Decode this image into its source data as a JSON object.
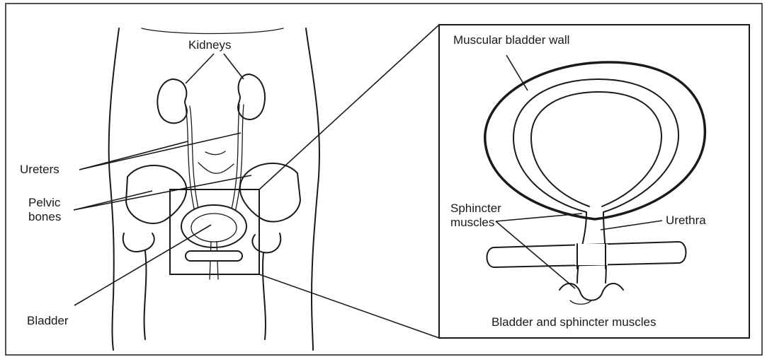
{
  "labels": {
    "kidneys": "Kidneys",
    "ureters": "Ureters",
    "pelvic_bones": "Pelvic\nbones",
    "bladder": "Bladder",
    "muscular_bladder_wall": "Muscular bladder wall",
    "sphincter_muscles": "Sphincter\nmuscles",
    "urethra": "Urethra",
    "inset_caption": "Bladder and sphincter muscles"
  }
}
